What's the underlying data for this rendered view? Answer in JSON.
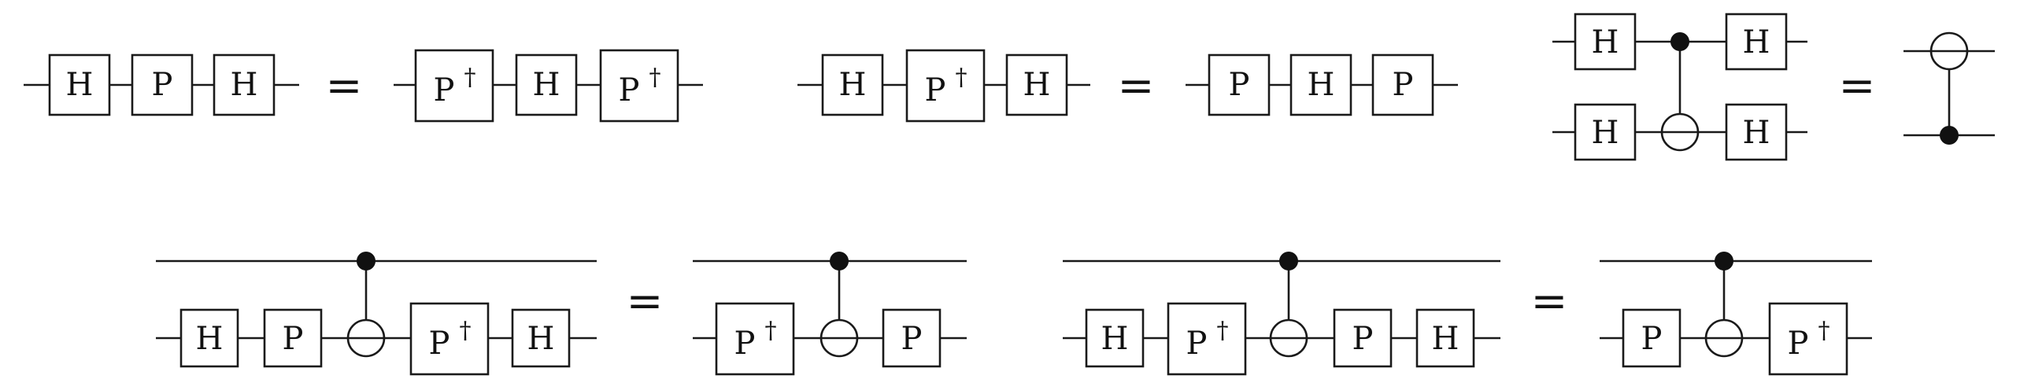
{
  "equals_sign": "=",
  "gates": {
    "hadamard": "H",
    "phase": "P",
    "phase_dagger": "P",
    "dagger_mark": "†"
  },
  "identities": [
    {
      "lhs": [
        "H",
        "P",
        "H"
      ],
      "rhs": [
        "P†",
        "H",
        "P†"
      ]
    },
    {
      "lhs": [
        "H",
        "P†",
        "H"
      ],
      "rhs": [
        "P",
        "H",
        "P"
      ]
    },
    {
      "lhs": [
        [
          "H",
          "CNOT-control",
          "H"
        ],
        [
          "H",
          "CNOT-target",
          "H"
        ]
      ],
      "rhs": [
        [
          "CNOT-target"
        ],
        [
          "CNOT-control"
        ]
      ]
    },
    {
      "lhs": [
        [
          "",
          "CNOT-control",
          ""
        ],
        [
          "H",
          "P",
          "CNOT-target",
          "P†",
          "H"
        ]
      ],
      "rhs": [
        [
          "",
          "CNOT-control",
          ""
        ],
        [
          "P†",
          "CNOT-target",
          "P"
        ]
      ]
    },
    {
      "lhs": [
        [
          "",
          "CNOT-control",
          ""
        ],
        [
          "H",
          "P†",
          "CNOT-target",
          "P",
          "H"
        ]
      ],
      "rhs": [
        [
          "",
          "CNOT-control",
          ""
        ],
        [
          "P",
          "CNOT-target",
          "P†"
        ]
      ]
    }
  ]
}
